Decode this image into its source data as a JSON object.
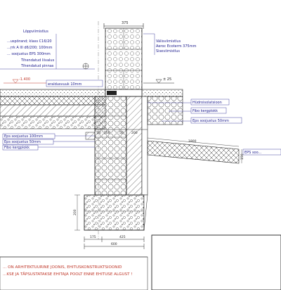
{
  "dimensions": {
    "top_width": "375",
    "pre_200_a": "200",
    "pre_200_b": "200",
    "right_1800": "1800",
    "right_150": "150",
    "bottom_175": "175",
    "bottom_425": "425",
    "bottom_600": "600",
    "left_200": "200",
    "mid_20": "20",
    "mid_50": "50"
  },
  "floor_layers": {
    "title": "Lõppviimistlus",
    "items": [
      "...uspõrand; klass C16/20",
      "...ŗrk A III d6/200; 100mm",
      "... soojustus EPS 300mm",
      "Tihendatud liivalus",
      "Tihendatud pinnas"
    ]
  },
  "wall_layers": {
    "items": [
      "Välisviimistlus",
      "Aeroc Ecoterm 375mm",
      "Siseviimistlus"
    ]
  },
  "level_marks": {
    "left": "-1.400",
    "right": "± 25",
    "slope": "Ø"
  },
  "labels": {
    "eraldusvuuk": "eraldusvuuk 10mm",
    "hydro": "Hüdroisolatsioon",
    "fibo1": "Fibo kergplokk",
    "eps50_right": "Eps soojustus 50mm",
    "eps100": "Eps soojustus 100mm",
    "eps50_left": "Eps soojustus 50mm",
    "fibo2": "Fibo kergplokk",
    "eps_far_right": "EPS soo..."
  },
  "notes": {
    "line1": "... ON ARHITEKTUURINE JOONIS, EHITUSKONSTRUKTSIOONID",
    "line2": "...KSE JA TÄPSUSTATAKSE EHITAJA POOLT ENNE EHITUSE ALGUST !"
  }
}
